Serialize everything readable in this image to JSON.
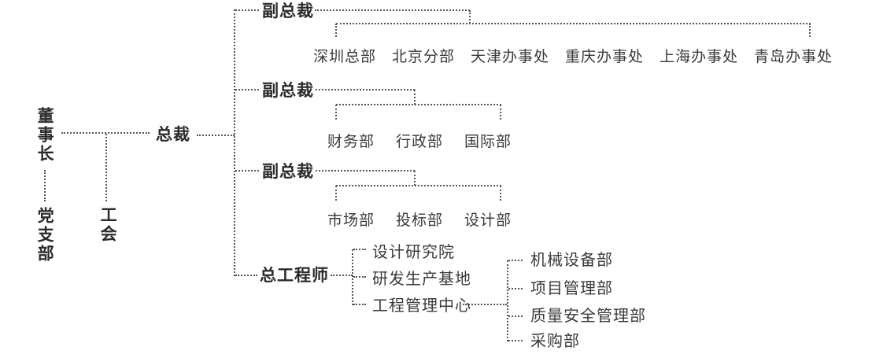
{
  "org_chart": {
    "chairman": "董事长",
    "party_branch": "党支部",
    "labor_union": "工会",
    "president": "总裁",
    "branches": [
      {
        "label": "副总裁",
        "children": [
          "深圳总部",
          "北京分部",
          "天津办事处",
          "重庆办事处",
          "上海办事处",
          "青岛办事处"
        ]
      },
      {
        "label": "副总裁",
        "children": [
          "财务部",
          "行政部",
          "国际部"
        ]
      },
      {
        "label": "副总裁",
        "children": [
          "市场部",
          "投标部",
          "设计部"
        ]
      },
      {
        "label": "总工程师",
        "children": [
          "设计研究院",
          "研发生产基地",
          "工程管理中心"
        ],
        "sub_branch": {
          "parent": "工程管理中心",
          "children": [
            "机械设备部",
            "项目管理部",
            "质量安全管理部",
            "采购部"
          ]
        }
      }
    ],
    "colors": {
      "background": "#ffffff",
      "text_primary": "#2b2b2b",
      "text_secondary": "#3a3a3a",
      "connector_line": "#555555"
    }
  }
}
